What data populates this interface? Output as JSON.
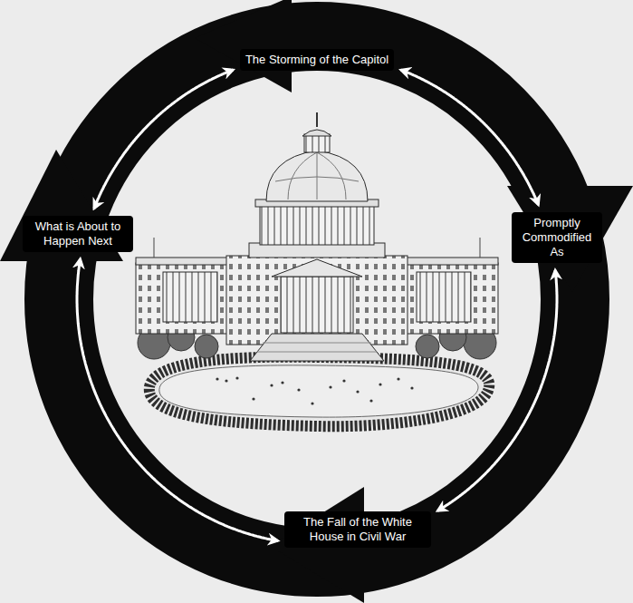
{
  "diagram": {
    "nodes": [
      {
        "text": [
          "The Storming of the Capitol"
        ]
      },
      {
        "text": [
          "Promptly Commodified As"
        ]
      },
      {
        "text": [
          "The Fall of the White House in Civil War"
        ]
      },
      {
        "text": [
          "What is About to Happen Next"
        ]
      }
    ],
    "edges": [
      {
        "from": 0,
        "to": 1,
        "arrow": "both"
      },
      {
        "from": 1,
        "to": 2,
        "arrow": "both"
      },
      {
        "from": 2,
        "to": 3,
        "arrow": "both"
      },
      {
        "from": 3,
        "to": 0,
        "arrow": "both"
      }
    ]
  }
}
